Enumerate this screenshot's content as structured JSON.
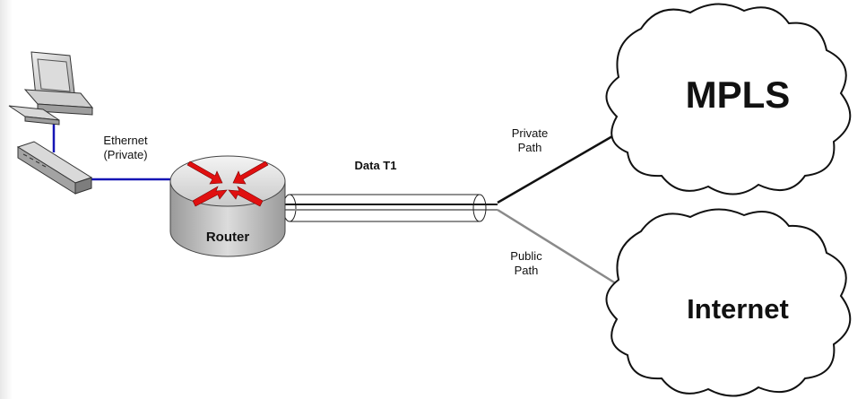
{
  "diagram": {
    "colors": {
      "ethernet_line": "#1515b5",
      "private_line": "#111111",
      "public_line": "#8a8a8a",
      "arrows": "#e01010",
      "router_body": "#bfbfbf"
    },
    "icons": [
      "desktop-computer-icon",
      "network-switch-icon",
      "router-icon",
      "cloud-icon"
    ],
    "labels": {
      "ethernet": "Ethernet",
      "ethernet_sub": "(Private)",
      "router": "Router",
      "data_t1": "Data T1",
      "private_path_1": "Private",
      "private_path_2": "Path",
      "public_path_1": "Public",
      "public_path_2": "Path",
      "mpls": "MPLS",
      "internet": "Internet"
    }
  }
}
